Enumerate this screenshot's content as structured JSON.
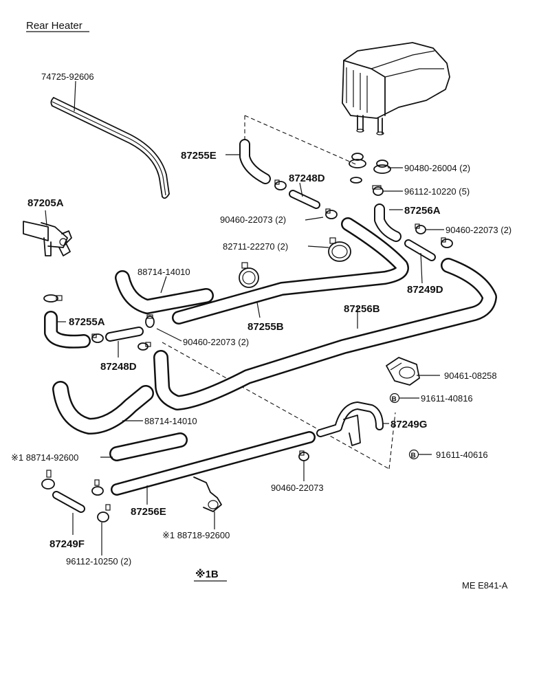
{
  "title": "Rear Heater",
  "diagram_code": "ME E841-A",
  "note_mark": "※1B",
  "callouts": {
    "weatherstrip": "74725-92606",
    "hose_87255E": "87255E",
    "pipe_87248D_top": "87248D",
    "grommet": "90480-26004 (2)",
    "clip_96112_10220": "96112-10220 (5)",
    "hose_87256A": "87256A",
    "clamp_top_left": "90460-22073 (2)",
    "clamp_top_right": "90460-22073 (2)",
    "valve_87205A": "87205A",
    "clamp_82711": "82711-22270 (2)",
    "pipe_87249D": "87249D",
    "hose_88714_14010_upper": "88714-14010",
    "hose_87255A": "87255A",
    "hose_87255B": "87255B",
    "hose_87256B": "87256B",
    "clamp_mid": "90460-22073 (2)",
    "pipe_87248D_bottom": "87248D",
    "bracket_90461": "90461-08258",
    "bolt_91611_40816": "91611-40816",
    "hose_88714_14010_lower": "88714-14010",
    "pipe_87249G": "87249G",
    "hose_88714_92600": "※1 88714-92600",
    "bolt_91611_40616": "91611-40616",
    "clamp_bottom": "90460-22073",
    "pipe_87249F": "87249F",
    "hose_87256E": "87256E",
    "bracket_88718": "※1 88718-92600",
    "clip_96112_10250": "96112-10250 (2)"
  },
  "bolt_symbol": "B"
}
